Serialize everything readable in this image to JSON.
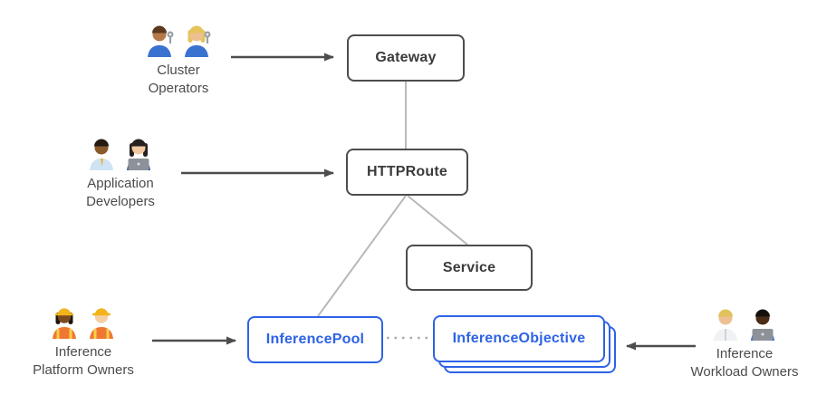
{
  "diagram": {
    "colors": {
      "dark_box_border": "#4d4d4d",
      "dark_box_text": "#3b3b3b",
      "blue_box": "#2d63e6",
      "connector_gray": "#b9b9b9",
      "arrow_dark": "#4d4d4d",
      "label_text": "#4b4b4b",
      "background": "#ffffff"
    },
    "nodes": [
      {
        "id": "gateway",
        "label": "Gateway",
        "style": "dark"
      },
      {
        "id": "httproute",
        "label": "HTTPRoute",
        "style": "dark"
      },
      {
        "id": "service",
        "label": "Service",
        "style": "dark"
      },
      {
        "id": "inferencepool",
        "label": "InferencePool",
        "style": "blue"
      },
      {
        "id": "inferenceobjective",
        "label": "InferenceObjective",
        "style": "blue-stacked"
      }
    ],
    "actors": [
      {
        "id": "cluster-operators",
        "label": "Cluster\nOperators",
        "emoji": [
          "man-mechanic",
          "woman-mechanic"
        ]
      },
      {
        "id": "application-developers",
        "label": "Application\nDevelopers",
        "emoji": [
          "man-office-worker",
          "woman-technologist"
        ]
      },
      {
        "id": "inference-platform-owners",
        "label": "Inference\nPlatform Owners",
        "emoji": [
          "woman-construction-worker",
          "man-construction-worker"
        ]
      },
      {
        "id": "inference-workload-owners",
        "label": "Inference\nWorkload Owners",
        "emoji": [
          "health-worker",
          "man-technologist"
        ]
      }
    ],
    "edges": [
      {
        "from": "cluster-operators",
        "to": "gateway",
        "type": "arrow"
      },
      {
        "from": "application-developers",
        "to": "httproute",
        "type": "arrow"
      },
      {
        "from": "inference-platform-owners",
        "to": "inferencepool",
        "type": "arrow"
      },
      {
        "from": "inference-workload-owners",
        "to": "inferenceobjective",
        "type": "arrow"
      },
      {
        "from": "gateway",
        "to": "httproute",
        "type": "line"
      },
      {
        "from": "httproute",
        "to": "service",
        "type": "line"
      },
      {
        "from": "httproute",
        "to": "inferencepool",
        "type": "line"
      },
      {
        "from": "inferencepool",
        "to": "inferenceobjective",
        "type": "dotted-line"
      }
    ]
  }
}
